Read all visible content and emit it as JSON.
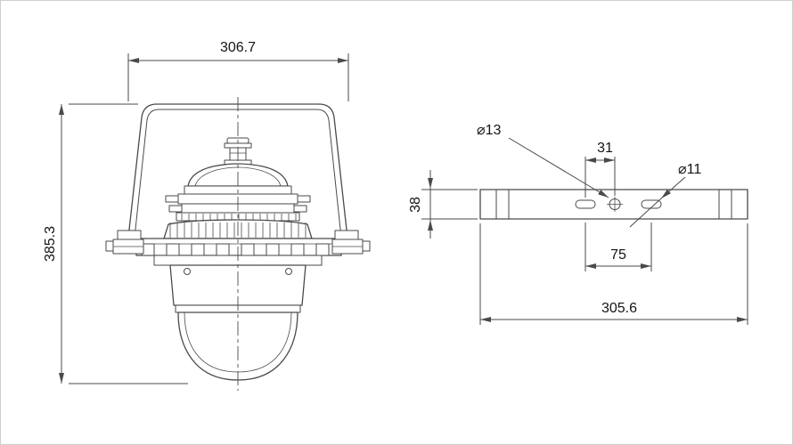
{
  "drawing": {
    "colors": {
      "line": "#4a4a4a",
      "text": "#141414",
      "background": "#ffffff",
      "frame": "#cfcfcf"
    },
    "front_view": {
      "width_dim": "306.7",
      "height_dim": "385.3"
    },
    "bracket_view": {
      "hole_diameter_dim": "⌀13",
      "hole_offset_dim": "31",
      "slot_diameter_dim": "⌀11",
      "plate_height_dim": "38",
      "slot_spacing_dim": "75",
      "plate_length_dim": "305.6"
    }
  }
}
